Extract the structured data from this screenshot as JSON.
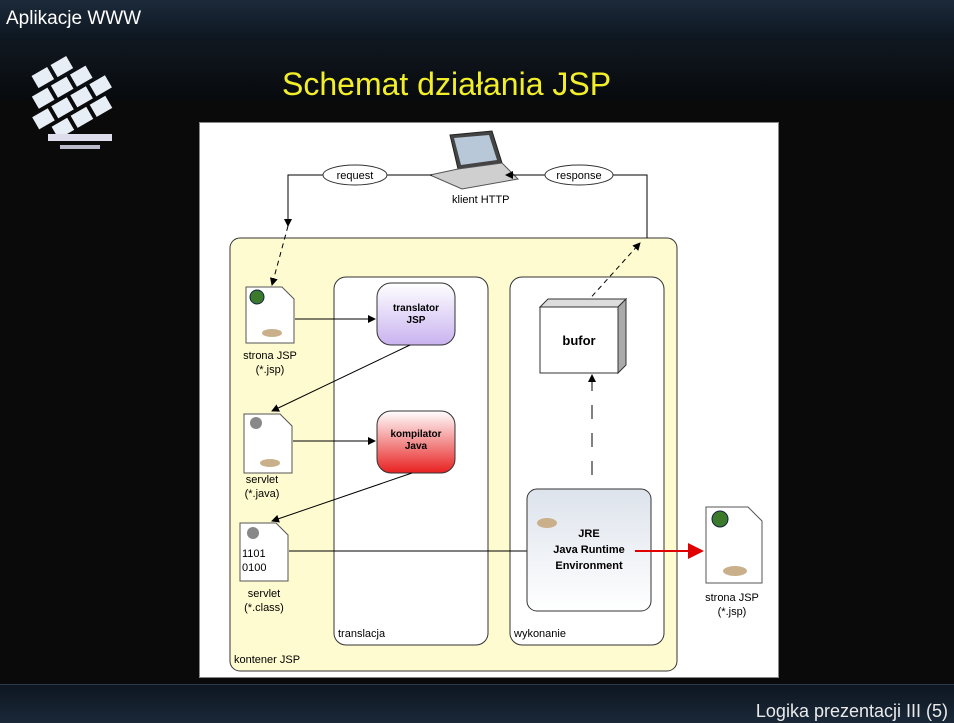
{
  "header": {
    "app_title": "Aplikacje WWW"
  },
  "slide": {
    "title": "Schemat działania JSP"
  },
  "footer": {
    "text": "Logika prezentacji III (5)"
  },
  "diagram": {
    "client": "klient HTTP",
    "request": "request",
    "response": "response",
    "container": "kontener JSP",
    "translation": "translacja",
    "execution": "wykonanie",
    "jsp_page": [
      "strona JSP",
      "(*.jsp)"
    ],
    "servlet_java": [
      "servlet",
      "(*.java)"
    ],
    "servlet_class": [
      "servlet",
      "(*.class)"
    ],
    "binary": [
      "1101",
      "0100"
    ],
    "translator": [
      "translator",
      "JSP"
    ],
    "compiler": [
      "kompilator",
      "Java"
    ],
    "buffer": "bufor",
    "jre": [
      "JRE",
      "Java Runtime",
      "Environment"
    ],
    "output_page": [
      "strona JSP",
      "(*.jsp)"
    ]
  },
  "colors": {
    "title": "#f2ee2a",
    "container_fill": "#fffbd0",
    "translator_fill": "#d9c8f5",
    "compiler_fill": "#f05050",
    "arrow_red": "#e00000"
  }
}
